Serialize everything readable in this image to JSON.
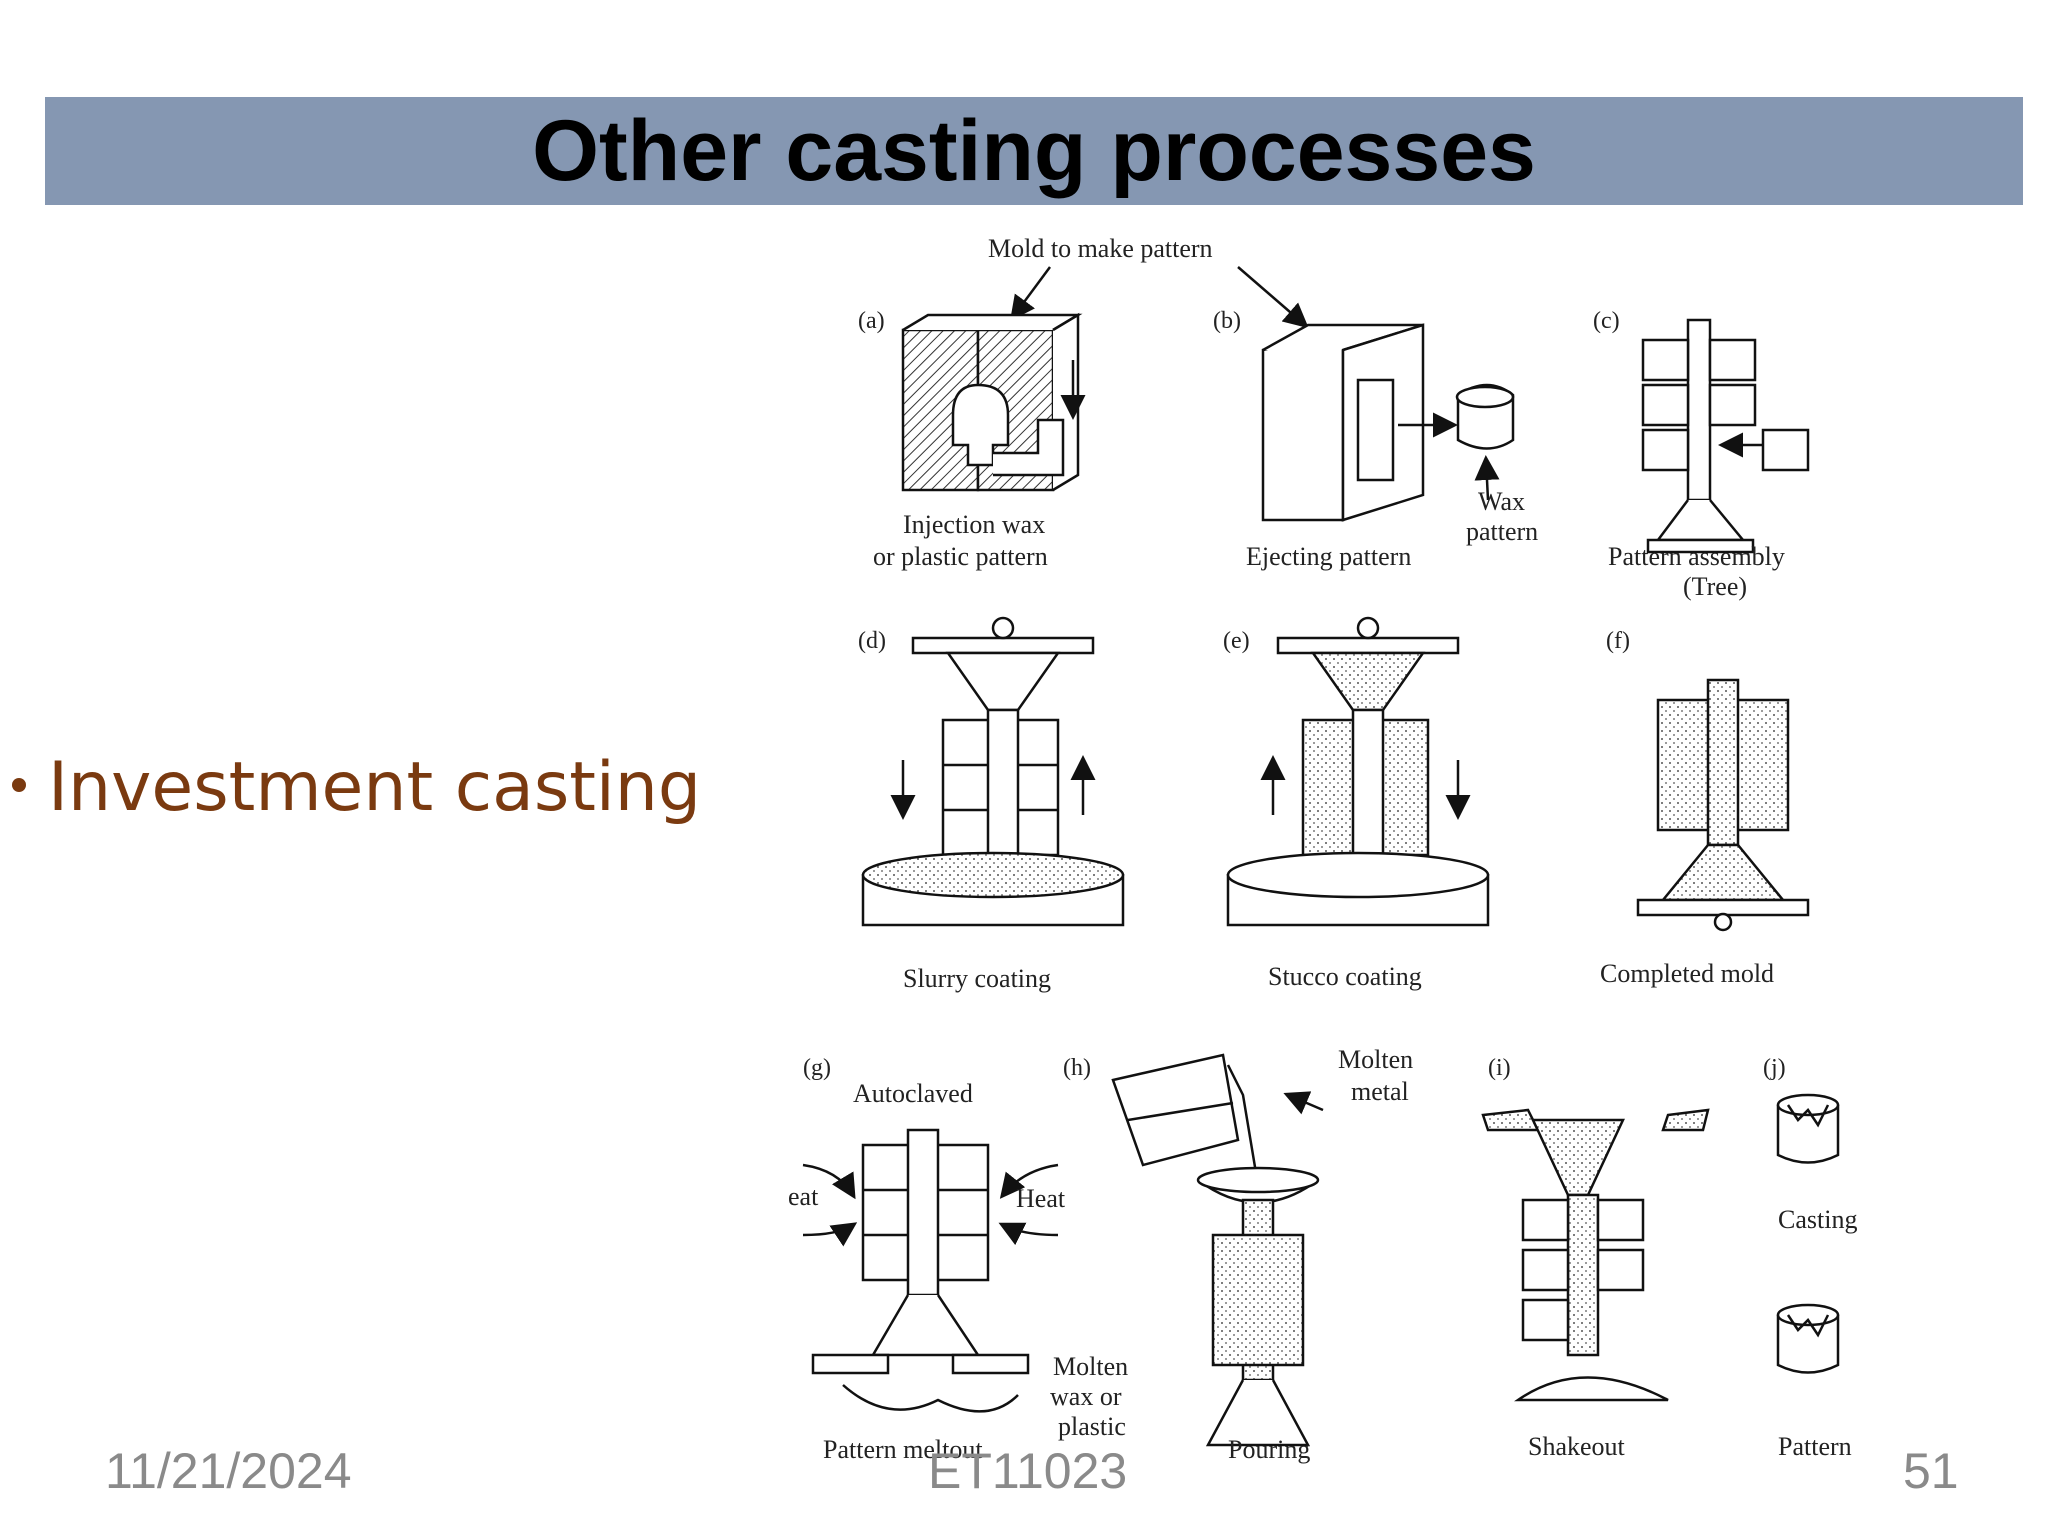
{
  "slide": {
    "title": "Other casting processes",
    "bullet": "Investment casting"
  },
  "figure": {
    "header_label": "Mold to make pattern",
    "panels": [
      {
        "letter": "(a)",
        "caption_1": "Injection wax",
        "caption_2": "or plastic pattern"
      },
      {
        "letter": "(b)",
        "caption_1": "Ejecting pattern",
        "caption_2": "",
        "note_1": "Wax",
        "note_2": "pattern"
      },
      {
        "letter": "(c)",
        "caption_1": "Pattern assembly",
        "caption_2": "(Tree)"
      },
      {
        "letter": "(d)",
        "caption_1": "Slurry coating"
      },
      {
        "letter": "(e)",
        "caption_1": "Stucco coating"
      },
      {
        "letter": "(f)",
        "caption_1": "Completed mold"
      },
      {
        "letter": "(g)",
        "caption_1": "Autoclaved",
        "caption_2": "Pattern meltout",
        "heat_left": "eat",
        "heat_right": "Heat",
        "note_1": "Molten",
        "note_2": "wax or",
        "note_3": "plastic"
      },
      {
        "letter": "(h)",
        "caption_1": "Pouring",
        "note_1": "Molten",
        "note_2": "metal"
      },
      {
        "letter": "(i)",
        "caption_1": "Shakeout"
      },
      {
        "letter": "(j)",
        "caption_1": "Casting",
        "caption_2": "Pattern"
      }
    ]
  },
  "footer": {
    "date": "11/21/2024",
    "course": "ET11023",
    "page": "51"
  },
  "colors": {
    "title_bar": "#8597b2",
    "bullet_text": "#7a3a10",
    "footer_text": "#8a8a8a"
  }
}
